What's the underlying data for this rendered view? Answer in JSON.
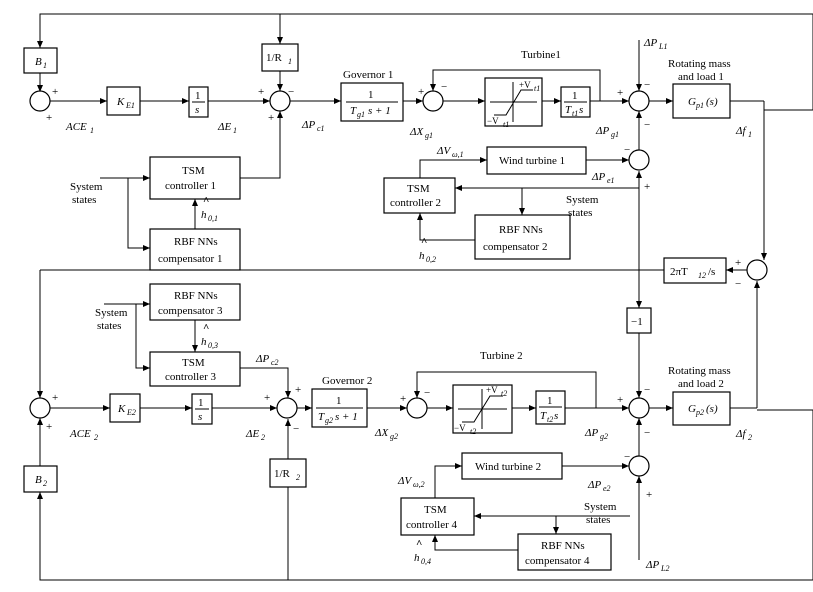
{
  "blocks": {
    "b1": "B",
    "b1_sub": "1",
    "b2": "B",
    "b2_sub": "2",
    "ke1": "K",
    "ke1_sub": "E1",
    "ke2": "K",
    "ke2_sub": "E2",
    "int_num": "1",
    "int_den": "s",
    "r1_label": "1/R",
    "r1_sub": "1",
    "r2_label": "1/R",
    "r2_sub": "2",
    "gov1_num": "1",
    "gov1_den": "T",
    "gov1_den_sub": "g1",
    "gov1_den_tail": "s + 1",
    "gov2_num": "1",
    "gov2_den": "T",
    "gov2_den_sub": "g2",
    "gov2_den_tail": "s + 1",
    "tur1_num": "1",
    "tur1_den": "T",
    "tur1_den_sub": "t1",
    "tur1_den_tail": "s",
    "tur2_num": "1",
    "tur2_den": "T",
    "tur2_den_sub": "t2",
    "tur2_den_tail": "s",
    "gp1": "G",
    "gp1_sub": "p1",
    "gp1_tail": "(s)",
    "gp2": "G",
    "gp2_sub": "p2",
    "gp2_tail": "(s)",
    "tie": "2πT",
    "tie_sub": "12",
    "tie_tail": "/s",
    "minus1": "−1",
    "wt1": "Wind turbine 1",
    "wt2": "Wind turbine 2",
    "tsm1": [
      "TSM",
      "controller 1"
    ],
    "tsm2": [
      "TSM",
      "controller 2"
    ],
    "tsm3": [
      "TSM",
      "controller 3"
    ],
    "tsm4": [
      "TSM",
      "controller 4"
    ],
    "rbf1": [
      "RBF NNs",
      "compensator 1"
    ],
    "rbf2": [
      "RBF NNs",
      "compensator 2"
    ],
    "rbf3": [
      "RBF NNs",
      "compensator 3"
    ],
    "rbf4": [
      "RBF NNs",
      "compensator 4"
    ],
    "sat_plus1": "+V",
    "sat_plus1_sub": "t1",
    "sat_minus1": "−V",
    "sat_minus1_sub": "t1",
    "sat_plus2": "+V",
    "sat_plus2_sub": "t2",
    "sat_minus2": "−V",
    "sat_minus2_sub": "t2"
  },
  "labels": {
    "governor1": "Governor 1",
    "governor2": "Governor 2",
    "turbine1": "Turbine1",
    "turbine2": "Turbine 2",
    "rot1": [
      "Rotating mass",
      "and load 1"
    ],
    "rot2": [
      "Rotating mass",
      "and load 2"
    ],
    "system_states": [
      "System",
      "states"
    ],
    "ace1": "ACE",
    "ace1_sub": "1",
    "ace2": "ACE",
    "ace2_sub": "2",
    "de1": "ΔE",
    "de1_sub": "1",
    "de2": "ΔE",
    "de2_sub": "2",
    "dpc1": "ΔP",
    "dpc1_sub": "c1",
    "dpc2": "ΔP",
    "dpc2_sub": "c2",
    "dxg1": "ΔX",
    "dxg1_sub": "g1",
    "dxg2": "ΔX",
    "dxg2_sub": "g2",
    "dpg1": "ΔP",
    "dpg1_sub": "g1",
    "dpg2": "ΔP",
    "dpg2_sub": "g2",
    "dpe1": "ΔP",
    "dpe1_sub": "e1",
    "dpe2": "ΔP",
    "dpe2_sub": "e2",
    "dpl1": "ΔP",
    "dpl1_sub": "L1",
    "dpl2": "ΔP",
    "dpl2_sub": "L2",
    "df1": "Δf",
    "df1_sub": "1",
    "df2": "Δf",
    "df2_sub": "2",
    "dvw1": "ΔV",
    "dvw1_sub": "ω,1",
    "dvw2": "ΔV",
    "dvw2_sub": "ω,2",
    "h1": "h",
    "h1_sub": "0,1",
    "h2": "h",
    "h2_sub": "0,2",
    "h3": "h",
    "h3_sub": "0,3",
    "h4": "h",
    "h4_sub": "0,4",
    "hat_mark": "^",
    "plus": "+",
    "minus": "−"
  }
}
